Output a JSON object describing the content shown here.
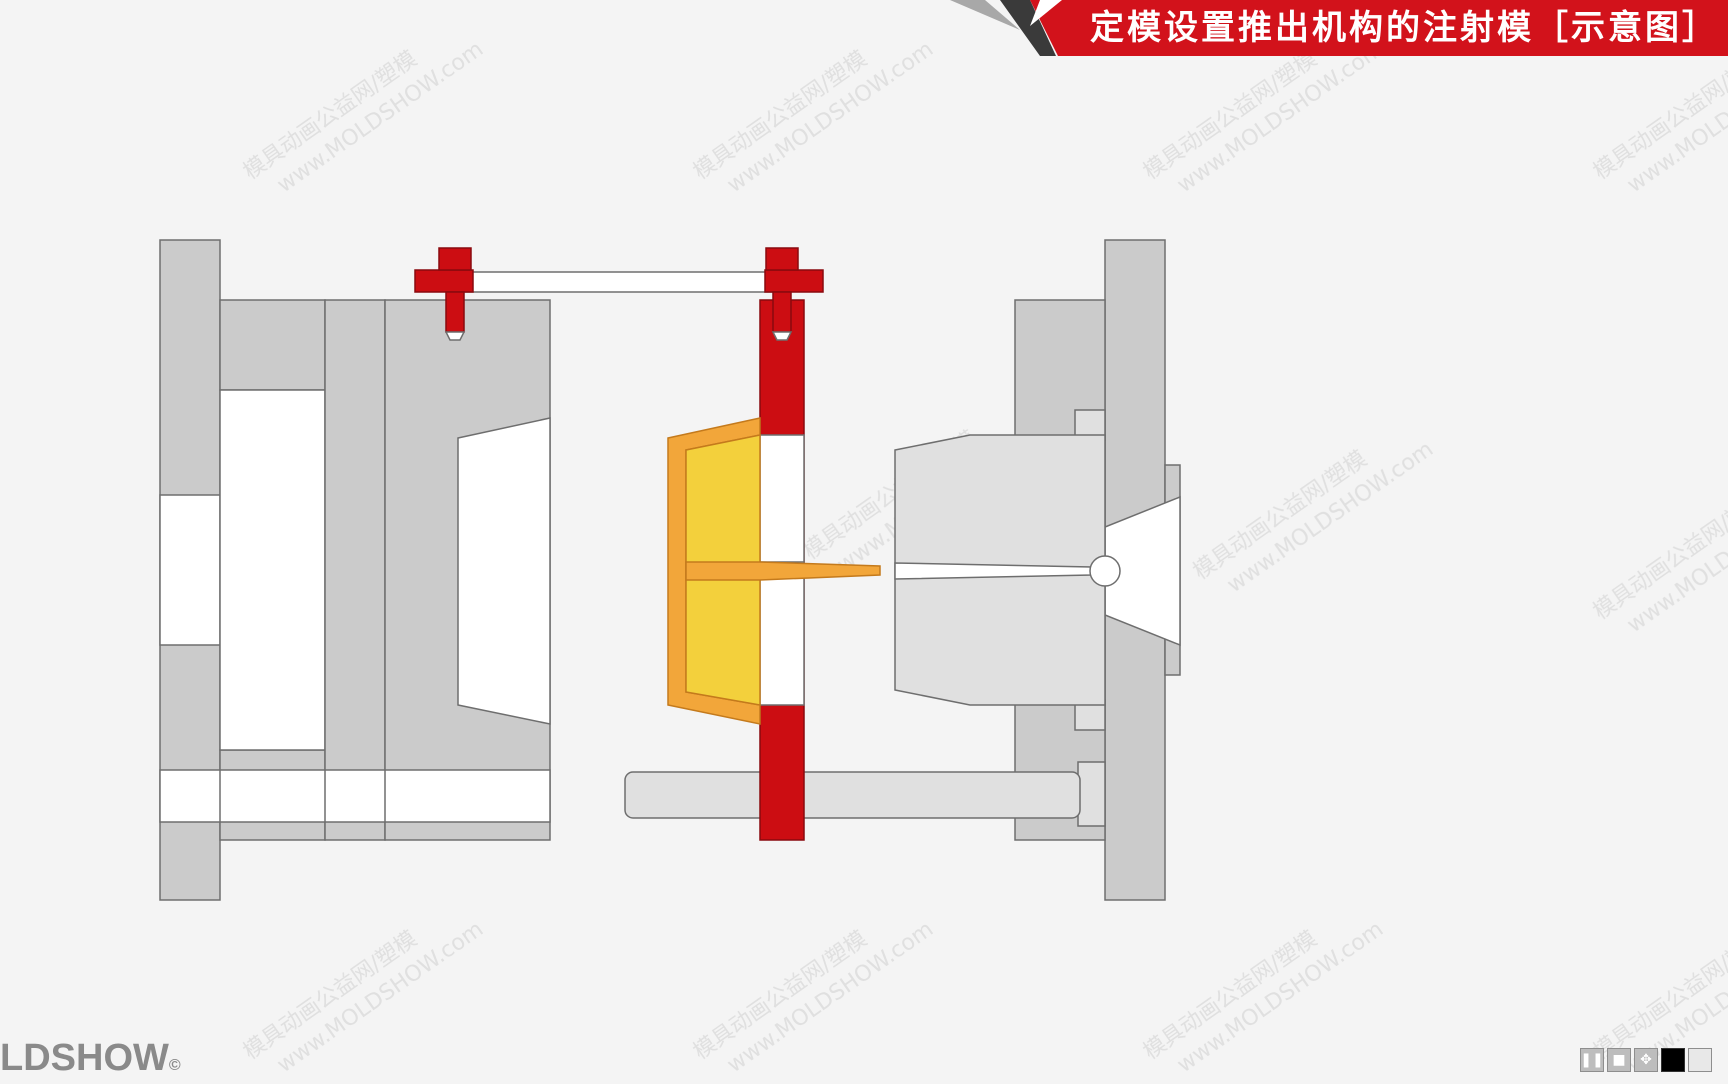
{
  "header": {
    "title": "定模设置推出机构的注射模［示意图］",
    "banner_color": "#d2121b",
    "accent_color": "#3a3a3a"
  },
  "watermark": {
    "cn": "模具动画公益网/塑模",
    "url": "www.MOLDSHOW.com"
  },
  "logo": {
    "text": "LDSHOW",
    "mark": "©"
  },
  "controls": [
    {
      "name": "pause-button",
      "icon": "pause-icon",
      "glyph": "❚❚"
    },
    {
      "name": "stop-button",
      "icon": "stop-icon",
      "glyph": "■"
    },
    {
      "name": "move-button",
      "icon": "move-icon",
      "glyph": "✥"
    },
    {
      "name": "black-screen-button",
      "icon": "black-square-icon",
      "glyph": ""
    },
    {
      "name": "white-screen-button",
      "icon": "white-square-icon",
      "glyph": ""
    }
  ],
  "colors": {
    "plate_gray": "#cbcbcb",
    "light_gray": "#e0e0e0",
    "stripper_red": "#cc0d12",
    "part_yellow": "#f3d03c",
    "part_orange": "#f2a63a",
    "outline": "#6e6e6e"
  }
}
